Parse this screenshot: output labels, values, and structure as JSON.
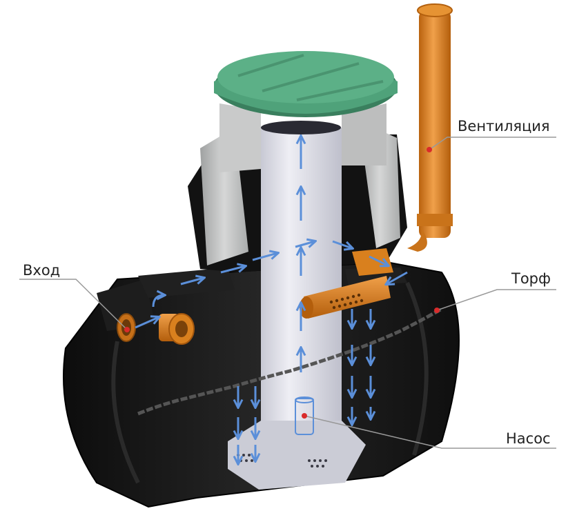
{
  "labels": {
    "ventilation": "Вентиляция",
    "inlet": "Вход",
    "peat": "Торф",
    "pump": "Насос"
  },
  "colors": {
    "tank_body": "#151515",
    "lid": "#4fa27a",
    "lid_dark": "#3a7f5e",
    "pipe_orange": "#d9801e",
    "inner_column": "#d8d9e2",
    "shaft_gray": "#b9bbbb",
    "flow_arrow": "#5b8fd9",
    "marker": "#d92b2b",
    "leader_line": "#999999"
  }
}
